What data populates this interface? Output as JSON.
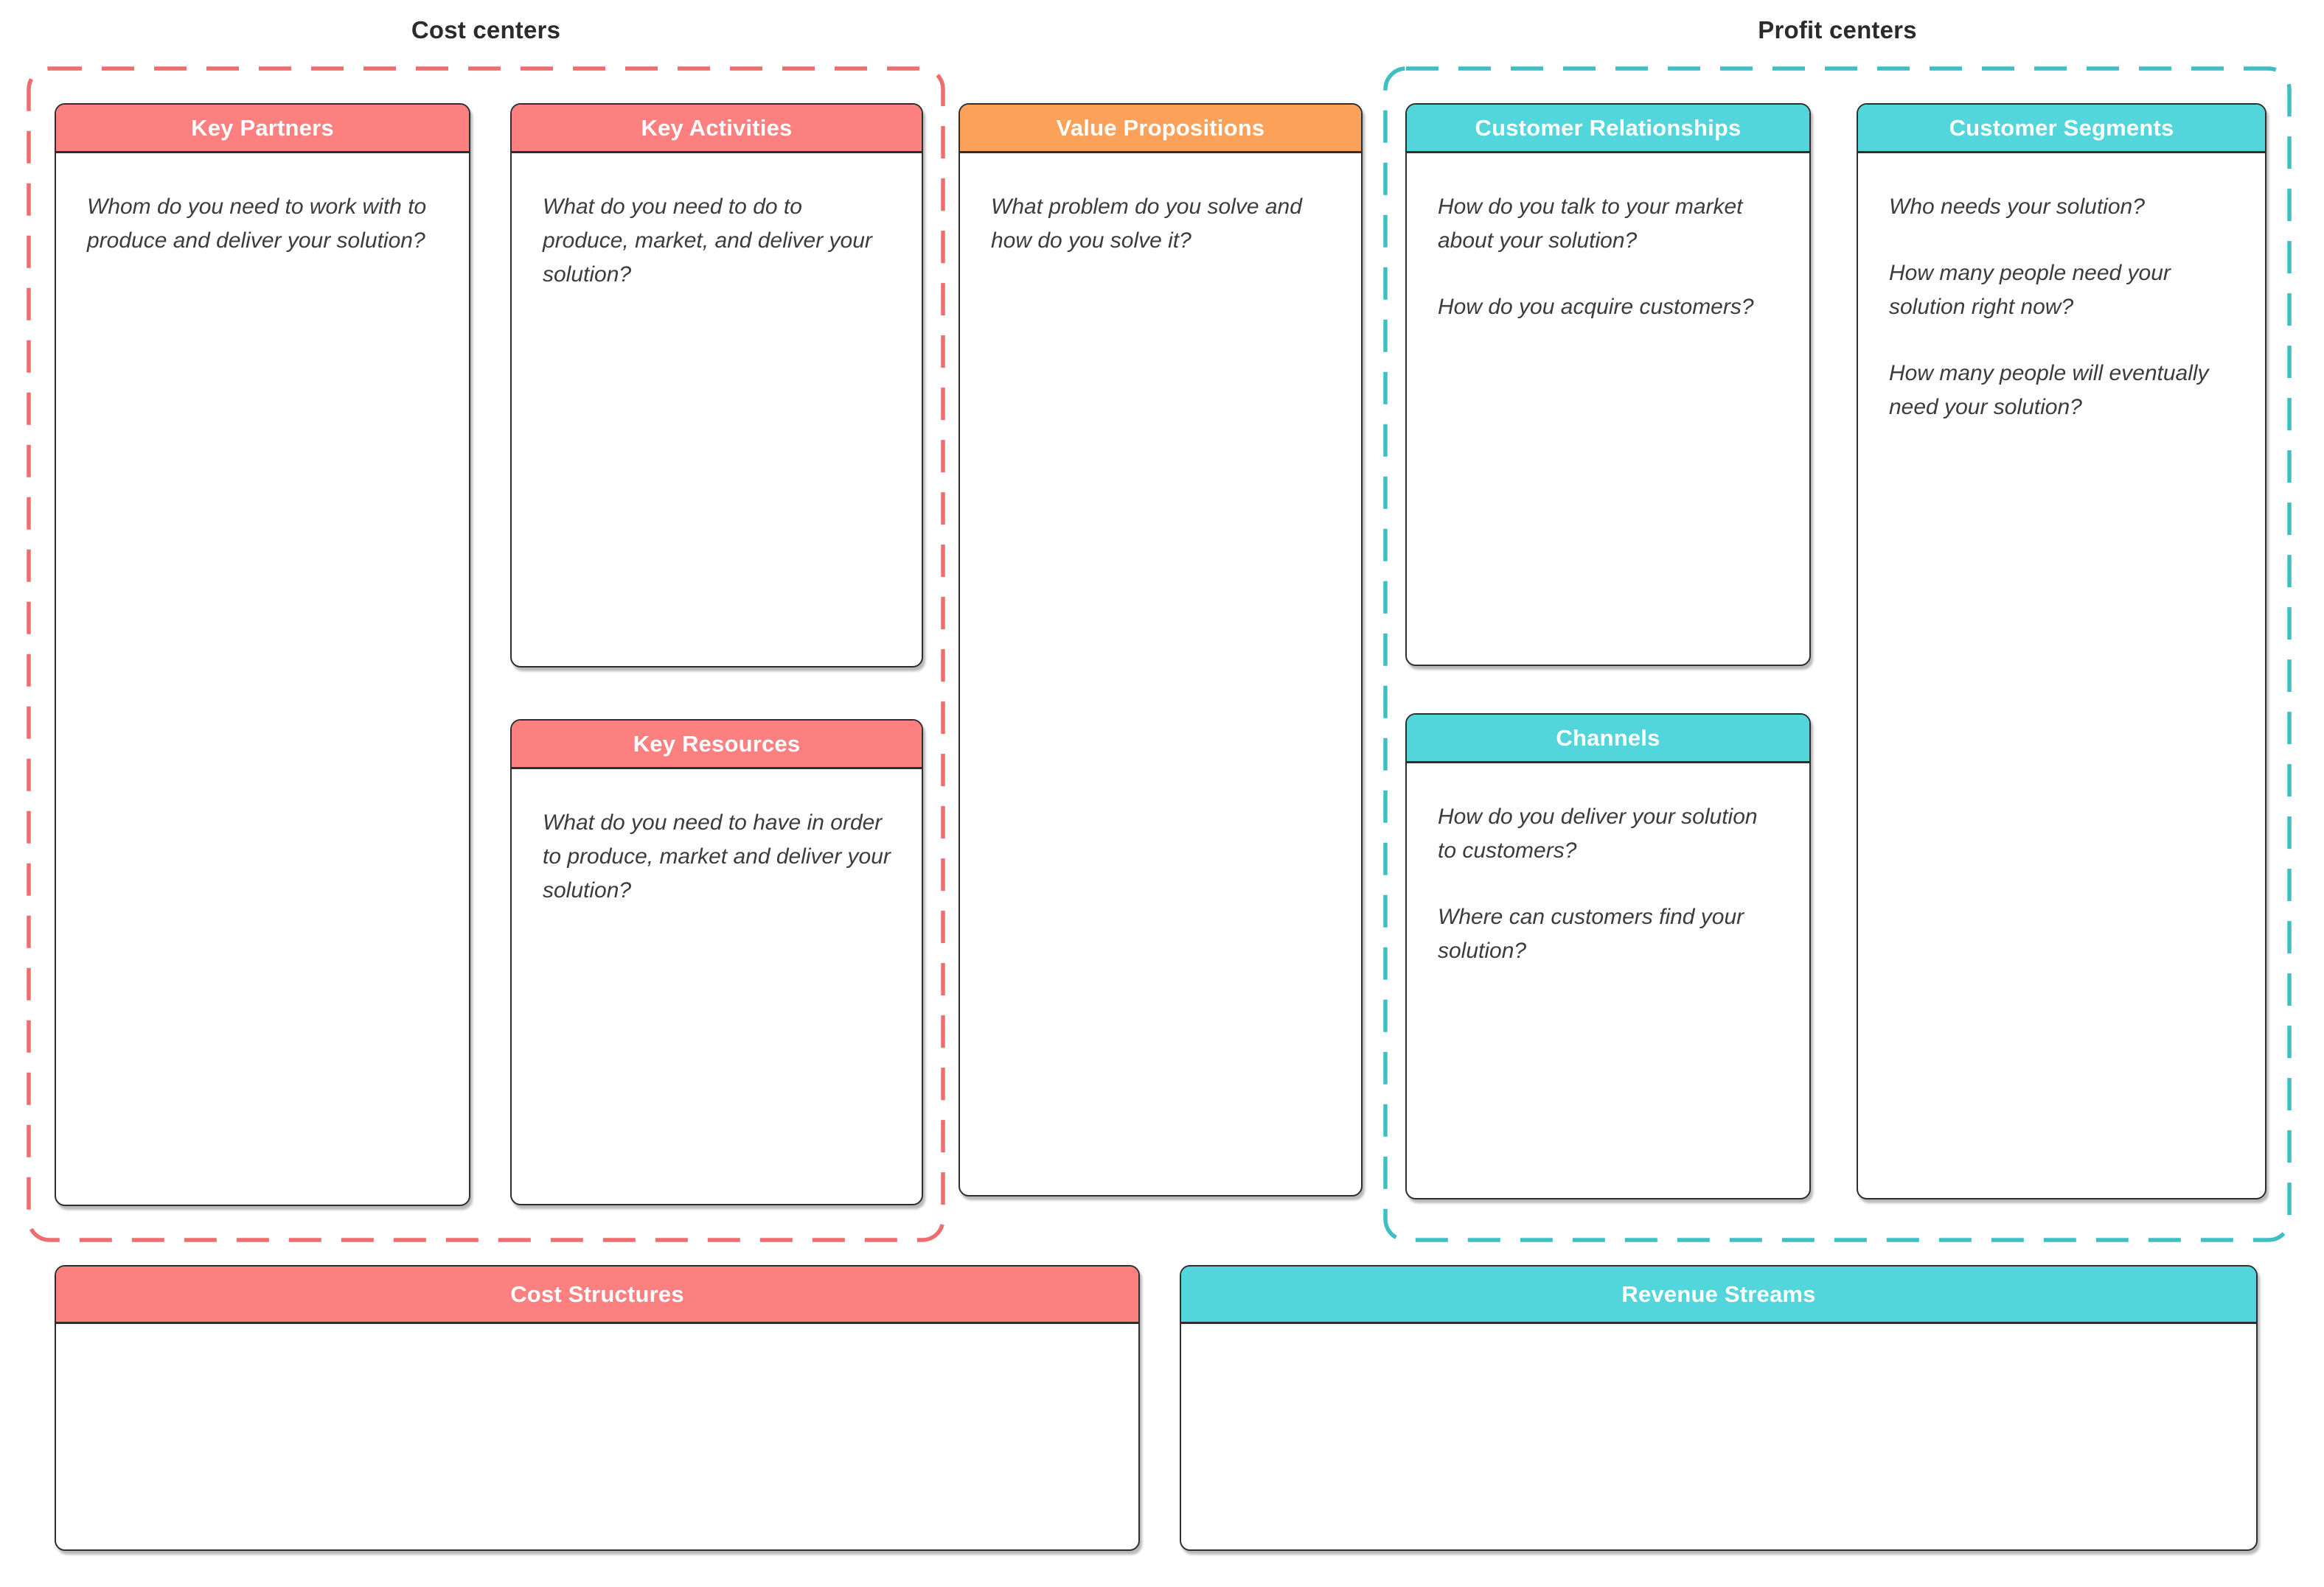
{
  "groups": [
    {
      "id": "cost-centers",
      "label": "Cost centers"
    },
    {
      "id": "profit-centers",
      "label": "Profit centers"
    }
  ],
  "boxes": {
    "key_partners": {
      "title": "Key Partners",
      "body": [
        "Whom do you need to work with to produce and deliver your solution?"
      ]
    },
    "key_activities": {
      "title": "Key Activities",
      "body": [
        "What do you need to do to produce, market, and deliver your solution?"
      ]
    },
    "key_resources": {
      "title": "Key Resources",
      "body": [
        "What do you need to have in order to produce, market and deliver your solution?"
      ]
    },
    "value_propositions": {
      "title": "Value Propositions",
      "body": [
        "What problem do you solve and how do you solve it?"
      ]
    },
    "customer_relationships": {
      "title": "Customer Relationships",
      "body": [
        "How do you talk to your market about your solution?",
        "How do you acquire customers?"
      ]
    },
    "channels": {
      "title": "Channels",
      "body": [
        "How do you deliver your solution to customers?",
        "Where can customers find your solution?"
      ]
    },
    "customer_segments": {
      "title": "Customer Segments",
      "body": [
        "Who needs your solution?",
        "How many people need your solution right now?",
        "How many people will eventually need your solution?"
      ]
    },
    "cost_structures": {
      "title": "Cost Structures",
      "body": []
    },
    "revenue_streams": {
      "title": "Revenue Streams",
      "body": []
    }
  },
  "colors": {
    "red_header": "#fc8080",
    "red_dashed_border": "#ed6e6e",
    "teal_header": "#53d6db",
    "teal_dashed_border": "#3fbfc3",
    "orange_header": "#fca159",
    "card_border": "#2e2e2e",
    "body_text": "#3c3c3c",
    "label_text": "#2b2b2b"
  }
}
